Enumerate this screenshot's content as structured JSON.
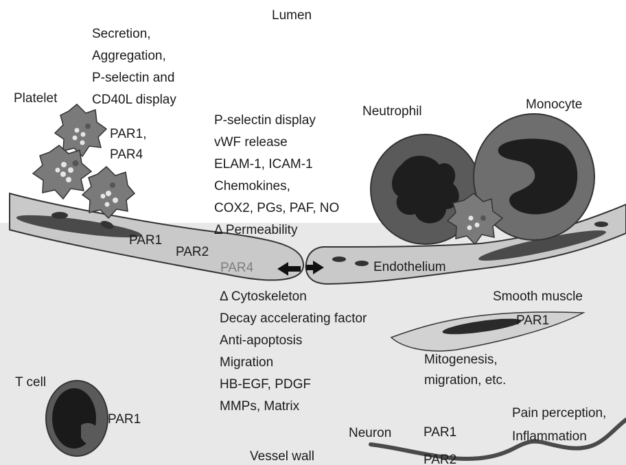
{
  "labels": {
    "lumen": "Lumen",
    "platelet": "Platelet",
    "platelet_effects": [
      "Secretion,",
      "Aggregation,",
      "P-selectin and",
      "CD40L display"
    ],
    "platelet_receptors": [
      "PAR1,",
      "PAR4"
    ],
    "endothelial_effects": [
      "P-selectin display",
      "vWF release",
      "ELAM-1, ICAM-1",
      "Chemokines,",
      "COX2, PGs, PAF, NO",
      "Δ Permeability"
    ],
    "neutrophil": "Neutrophil",
    "monocyte": "Monocyte",
    "endo_par1": "PAR1",
    "endo_par2": "PAR2",
    "endo_par4": "PAR4",
    "endothelium": "Endothelium",
    "wall_effects": [
      "Δ Cytoskeleton",
      "Decay accelerating factor",
      "Anti-apoptosis",
      "Migration",
      "HB-EGF, PDGF",
      "MMPs, Matrix"
    ],
    "smooth_muscle": "Smooth muscle",
    "smooth_muscle_par1": "PAR1",
    "smooth_muscle_effects": [
      "Mitogenesis,",
      "migration, etc."
    ],
    "t_cell": "T cell",
    "t_cell_par1": "PAR1",
    "neuron": "Neuron",
    "neuron_par1": "PAR1",
    "neuron_par2": "PAR2",
    "neuron_effects": [
      "Pain perception,",
      "Inflammation"
    ],
    "vessel_wall": "Vessel wall"
  },
  "colors": {
    "wall_fill": "#e8e8e8",
    "endothelium_fill": "#c9c9c9",
    "cell_outline": "#333333",
    "nucleus_dark": "#1e1e1e",
    "platelet_fill": "#7a7a7a",
    "granule": "#e6e6e6",
    "neutrophil_fill": "#5a5a5a",
    "monocyte_fill": "#6e6e6e",
    "smooth_muscle_fill": "#d2d2d2",
    "neuron_stroke": "#4a4a4a",
    "par4_text": "#7d7d7d"
  }
}
